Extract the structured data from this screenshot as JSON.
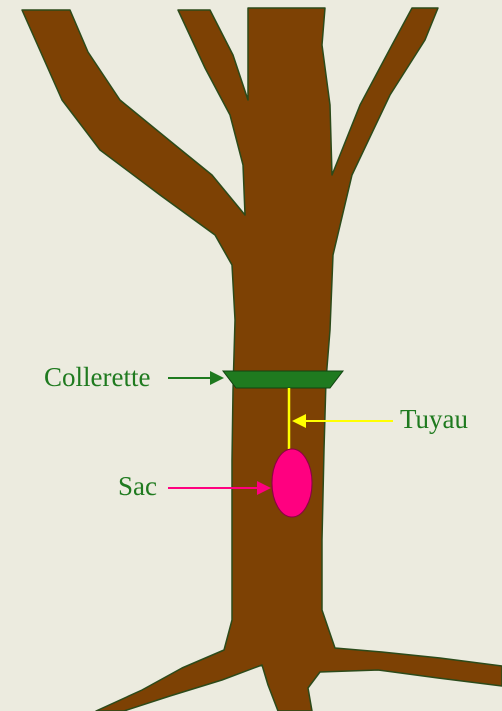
{
  "labels": {
    "collar": "Collerette",
    "tube": "Tuyau",
    "bag": "Sac"
  },
  "colors": {
    "background": "#ecebdf",
    "trunk": "#7d4104",
    "trunk_outline": "#2c4a1a",
    "collar": "#1f7a1f",
    "collar_label": "#1f7a1f",
    "tube": "#ffff00",
    "bag": "#ff0080"
  }
}
